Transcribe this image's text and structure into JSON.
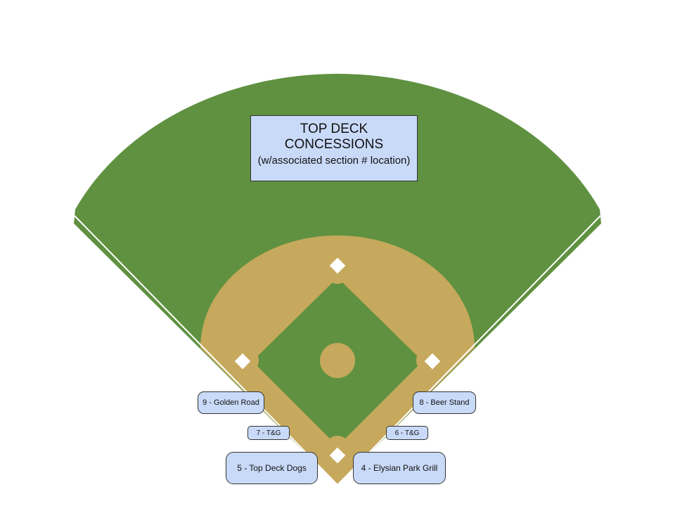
{
  "header": {
    "title_line1": "TOP DECK",
    "title_line2": "CONCESSIONS",
    "subtitle": "(w/associated section # location)"
  },
  "colors": {
    "grass": "#5f9140",
    "infield_dirt": "#c6a95c",
    "foul_lines": "#ffffff",
    "label_fill": "#c9daf8",
    "label_border": "#333333"
  },
  "concessions": [
    {
      "id": "golden-road",
      "label": "9 - Golden Road"
    },
    {
      "id": "beer-stand",
      "label": "8 - Beer Stand"
    },
    {
      "id": "tg-7",
      "label": "7  - T&G"
    },
    {
      "id": "tg-6",
      "label": "6 - T&G"
    },
    {
      "id": "top-deck-dogs",
      "label": "5 - Top Deck Dogs"
    },
    {
      "id": "elysian-park-grill",
      "label": "4 - Elysian Park Grill"
    }
  ]
}
